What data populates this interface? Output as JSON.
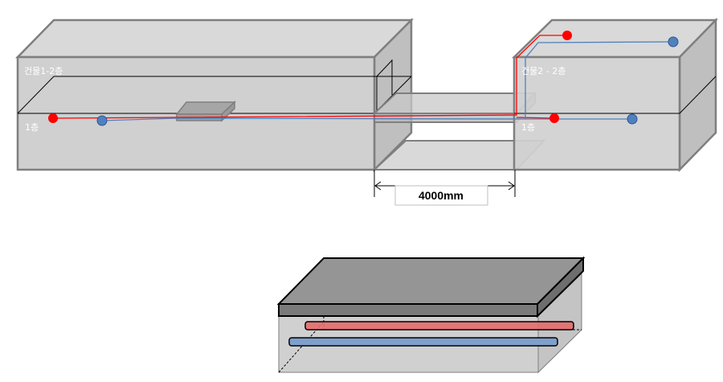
{
  "labels": {
    "building1_floor2": "건물1-2층",
    "building1_floor1": "1층",
    "building2_floor2": "건물2 - 2층",
    "building2_floor1": "1층",
    "distance": "4000mm"
  },
  "colors": {
    "red_pipe": "#ff0000",
    "blue_pipe": "#4f81bd",
    "building": "#d0d0d0",
    "slab": "#8c8c8c"
  }
}
